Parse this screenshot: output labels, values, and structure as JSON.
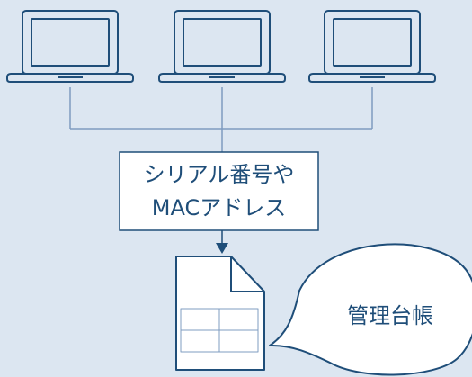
{
  "diagram": {
    "info_label": {
      "line1": "シリアル番号や",
      "line2": "MACアドレス"
    },
    "ledger_label": "管理台帳",
    "icons": {
      "laptop": "laptop-icon",
      "document": "document-icon",
      "speech_bubble": "speech-bubble-icon"
    }
  },
  "colors": {
    "background": "#dce6f1",
    "stroke": "#1f4e79",
    "line": "#7f9cc0",
    "fill": "#ffffff"
  }
}
